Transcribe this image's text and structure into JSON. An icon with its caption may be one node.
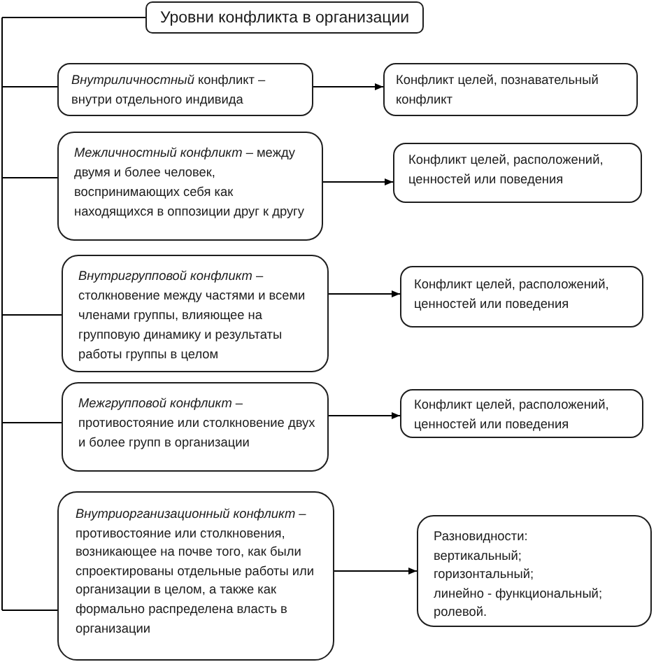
{
  "diagram": {
    "nodes": [
      {
        "text": [
          "Уровни конфликта в организации"
        ]
      },
      {
        "text": [
          "*Внутриличностный* конфликт – внутри отдельного индивида"
        ]
      },
      {
        "text": [
          "Конфликт целей, познавательный конфликт"
        ]
      },
      {
        "text": [
          "*Межличностный конфликт* – между двумя и более человек, воспринимающих себя как находящихся в оппозиции друг к другу"
        ]
      },
      {
        "text": [
          "Конфликт целей, расположений, ценностей или поведения"
        ]
      },
      {
        "text": [
          "*Внутригрупповой конфликт* – столкновение между частями и всеми членами группы, влияющее на групповую динамику и результаты работы группы в целом"
        ]
      },
      {
        "text": [
          "Конфликт целей, расположений, ценностей или поведения"
        ]
      },
      {
        "text": [
          "*Межгрупповой конфликт* – противостояние или столкновение двух и более групп в организации"
        ]
      },
      {
        "text": [
          "Конфликт целей, расположений, ценностей или поведения"
        ]
      },
      {
        "text": [
          "*Внутриорганизационный конфликт* – противостояние или столкновения, возникающее на почве того, как были спроектированы отдельные работы или организации в целом, а также как формально распределена власть в организации"
        ]
      },
      {
        "text": [
          "Разновидности:",
          "вертикальный;",
          "горизонтальный;",
          "линейно - функциональный;",
          "ролевой."
        ]
      }
    ],
    "edges": [
      {
        "from": 0,
        "to": 1,
        "arrow": "none"
      },
      {
        "from": 1,
        "to": 2,
        "arrow": "to"
      },
      {
        "from": 0,
        "to": 3,
        "arrow": "none"
      },
      {
        "from": 3,
        "to": 4,
        "arrow": "to"
      },
      {
        "from": 0,
        "to": 5,
        "arrow": "none"
      },
      {
        "from": 5,
        "to": 6,
        "arrow": "to"
      },
      {
        "from": 0,
        "to": 7,
        "arrow": "none"
      },
      {
        "from": 7,
        "to": 8,
        "arrow": "to"
      },
      {
        "from": 0,
        "to": 9,
        "arrow": "none"
      },
      {
        "from": 9,
        "to": 10,
        "arrow": "to"
      }
    ]
  }
}
